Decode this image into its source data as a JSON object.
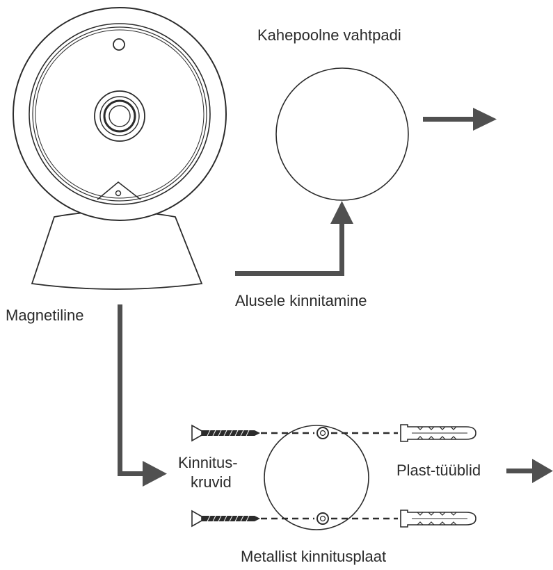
{
  "labels": {
    "foam_pad": "Kahepoolne vahtpadi",
    "base_mounting": "Alusele kinnitamine",
    "magnetic": "Magnetiline",
    "screws_line1": "Kinnitus-",
    "screws_line2": "kruvid",
    "plastic_anchors": "Plast-tüüblid",
    "metal_plate": "Metallist kinnitusplaat"
  },
  "colors": {
    "line": "#2b2b2b",
    "arrow": "#505050",
    "text": "#2a2a2a"
  }
}
